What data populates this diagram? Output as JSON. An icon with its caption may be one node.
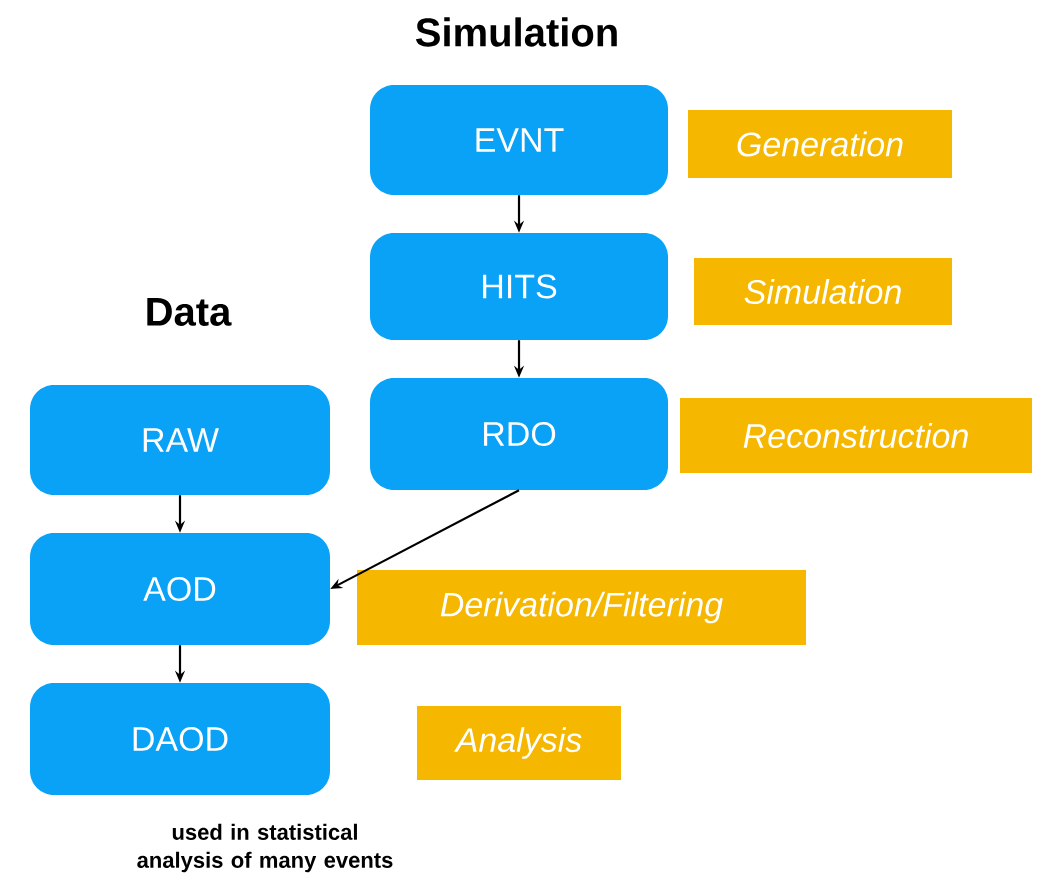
{
  "diagram": {
    "nodes": [
      {
        "text": [
          "EVNT"
        ]
      },
      {
        "text": [
          "Generation"
        ]
      },
      {
        "text": [
          "HITS"
        ]
      },
      {
        "text": [
          "Simulation"
        ]
      },
      {
        "text": [
          "RDO"
        ]
      },
      {
        "text": [
          "Reconstruction"
        ]
      },
      {
        "text": [
          "RAW"
        ]
      },
      {
        "text": [
          "AOD"
        ]
      },
      {
        "text": [
          "Derivation/Filtering"
        ]
      },
      {
        "text": [
          "DAOD"
        ]
      },
      {
        "text": [
          "Analysis"
        ]
      }
    ],
    "edges": [
      {
        "from": 0,
        "to": 2,
        "arrow": "to"
      },
      {
        "from": 2,
        "to": 4,
        "arrow": "to"
      },
      {
        "from": 4,
        "to": 7,
        "arrow": "to"
      },
      {
        "from": 6,
        "to": 7,
        "arrow": "to"
      },
      {
        "from": 7,
        "to": 9,
        "arrow": "to"
      }
    ],
    "labels": [
      "Simulation",
      "Data",
      "used in statistical analysis of many events"
    ]
  }
}
